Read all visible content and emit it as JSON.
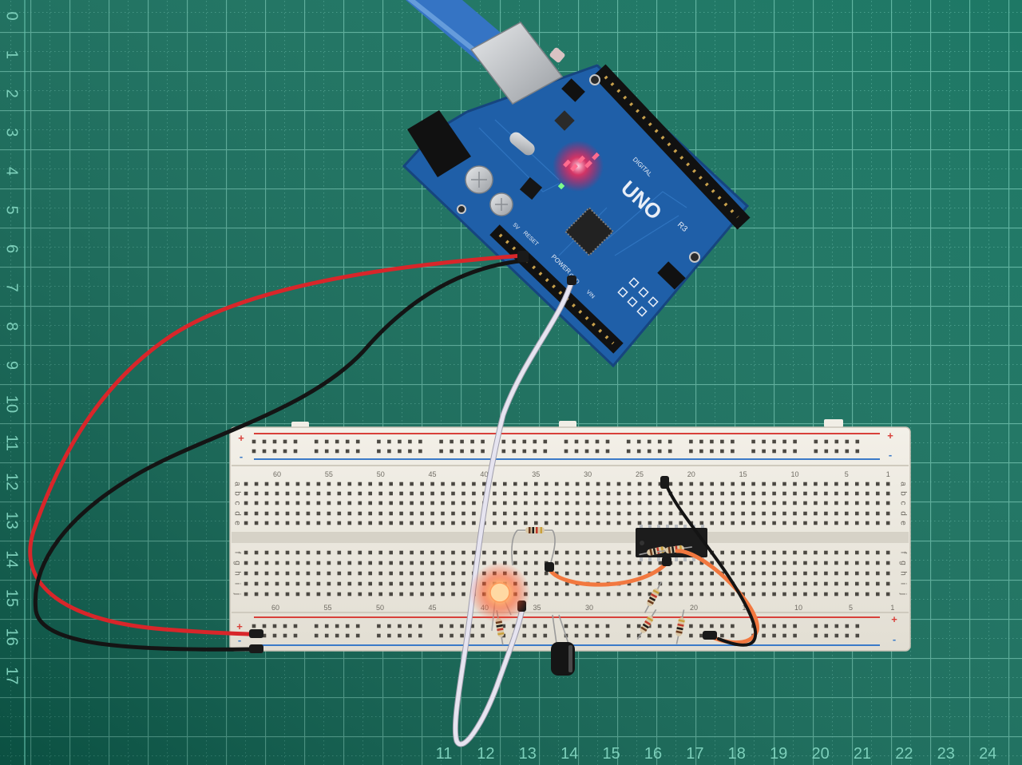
{
  "mat": {
    "left_ruler": [
      "0",
      "1",
      "2",
      "3",
      "4",
      "5",
      "6",
      "7",
      "8",
      "9",
      "10",
      "11",
      "12",
      "13",
      "14",
      "15",
      "16",
      "17"
    ],
    "bottom_ruler": [
      "11",
      "12",
      "13",
      "14",
      "15",
      "16",
      "17",
      "18",
      "19",
      "20",
      "21",
      "22",
      "23",
      "24"
    ],
    "mat_color": "#0f6f5b",
    "grid_color": "#66c2ad"
  },
  "arduino": {
    "model": "UNO",
    "revision": "R3",
    "digital_label": "DIGITAL",
    "power_label": "POWER",
    "reset_label": "RESET",
    "five_v_label": "5V",
    "gnd_label": "GND",
    "vin_label": "VIN",
    "board_color": "#1f5fa8"
  },
  "breadboard": {
    "top_numbers": [
      "60",
      "55",
      "50",
      "45",
      "40",
      "35",
      "30",
      "25",
      "20",
      "15",
      "10",
      "5",
      "1"
    ],
    "bottom_numbers": [
      "60",
      "55",
      "50",
      "45",
      "40",
      "35",
      "30",
      "20",
      "15",
      "10",
      "5",
      "1"
    ],
    "top_rows": [
      "a",
      "b",
      "c",
      "d",
      "e"
    ],
    "bottom_rows": [
      "f",
      "g",
      "h",
      "i",
      "j"
    ],
    "plus": "+",
    "minus": "-",
    "rail_red": "#d8403a",
    "rail_blue": "#3a7ac8"
  },
  "wires": {
    "red": "#d8262a",
    "black": "#141414",
    "white": "#e6e4f0",
    "orange": "#f2783f"
  }
}
